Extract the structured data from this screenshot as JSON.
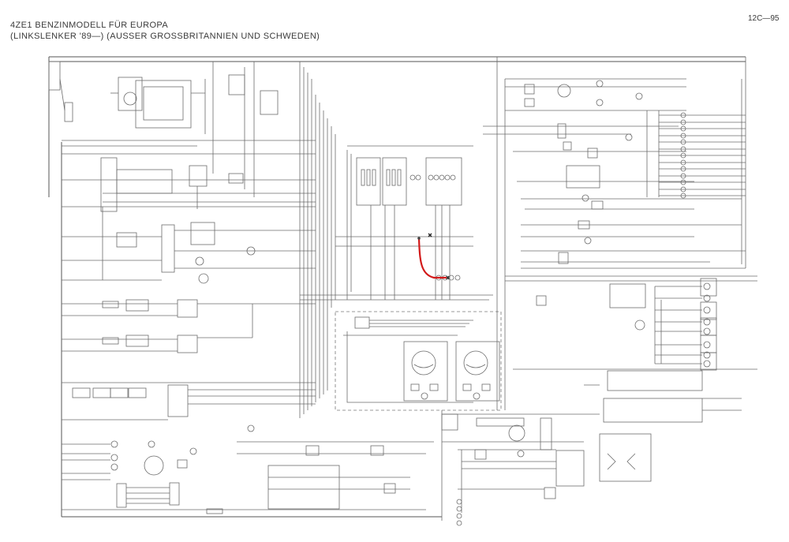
{
  "header": {
    "title_line1": "4ZE1 BENZINMODELL FÜR EUROPA",
    "title_line2": "(LINKSLENKER '89—) (AUSSER GROSSBRITANNIEN UND SCHWEDEN)",
    "page_number": "12C—95"
  },
  "diagram": {
    "type": "wiring-schematic",
    "language": "German",
    "highlight_color": "#d21a1a",
    "components": [
      "fuse-box-left",
      "relay-panel-top",
      "instrument-cluster",
      "wiper-motor-left",
      "wiper-motor-right",
      "connector-column-right",
      "lamp-array-right",
      "switch-cluster-bottom-left",
      "control-unit-bottom-center"
    ]
  }
}
